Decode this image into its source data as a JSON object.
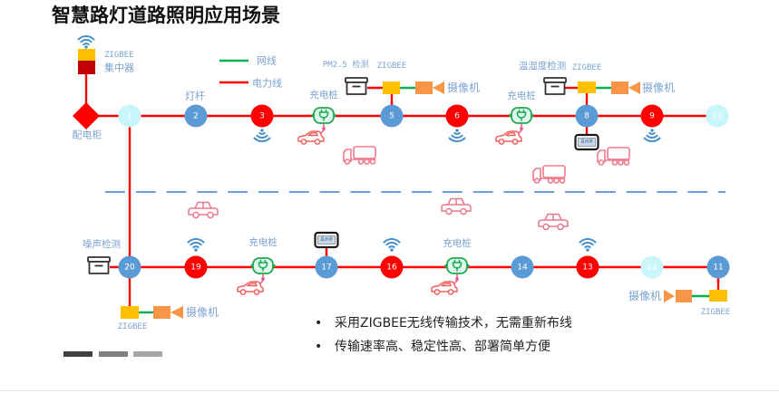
{
  "title": "智慧路灯道路照明应用场景",
  "colors": {
    "power_line": "#ff0000",
    "network_line": "#00b050",
    "node_lamp": "#5b9bd5",
    "node_wifi": "#ff0000",
    "node_spare": "#c8f6fa",
    "zigbee_module": "#ffc000",
    "concentrator": "#c00000",
    "camera": "#f79646",
    "cabinet": "#ff0000",
    "road_marking": "#6f9fd8",
    "label_text": "#7ba3d1"
  },
  "legend": {
    "network_line": "网线",
    "power_line": "电力线"
  },
  "concentrator": {
    "module": "ZIGBEE",
    "label": "集中器",
    "icon": "wifi-icon"
  },
  "top_row": [
    {
      "kind": "cabinet",
      "label": "配电柜"
    },
    {
      "kind": "spare",
      "number": "1"
    },
    {
      "kind": "lamp",
      "number": "2",
      "label": "灯杆"
    },
    {
      "kind": "wifi",
      "number": "3",
      "icon": "wifi-icon"
    },
    {
      "kind": "charging",
      "label": "充电桩",
      "icon": "ev-charger-icon"
    },
    {
      "kind": "lamp",
      "number": "5",
      "sensor": "PM2.5 检测",
      "module": "ZIGBEE",
      "camera": "摄像机"
    },
    {
      "kind": "wifi",
      "number": "6",
      "icon": "wifi-icon"
    },
    {
      "kind": "charging",
      "label": "充电桩",
      "icon": "ev-charger-icon"
    },
    {
      "kind": "lamp",
      "number": "8",
      "sensor": "温湿度检测",
      "module": "ZIGBEE",
      "camera": "摄像机",
      "display": "显示屏"
    },
    {
      "kind": "wifi",
      "number": "9",
      "icon": "wifi-icon"
    },
    {
      "kind": "spare",
      "number": "10"
    }
  ],
  "bottom_row": [
    {
      "kind": "lamp",
      "number": "20",
      "sensor": "噪声检测",
      "module": "ZIGBEE",
      "camera": "摄像机"
    },
    {
      "kind": "wifi",
      "number": "19",
      "icon": "wifi-icon"
    },
    {
      "kind": "charging",
      "label": "充电桩",
      "icon": "ev-charger-icon"
    },
    {
      "kind": "lamp",
      "number": "17",
      "display": "显示屏"
    },
    {
      "kind": "wifi",
      "number": "16",
      "icon": "wifi-icon"
    },
    {
      "kind": "charging",
      "label": "充电桩",
      "icon": "ev-charger-icon"
    },
    {
      "kind": "lamp",
      "number": "14"
    },
    {
      "kind": "wifi",
      "number": "13",
      "icon": "wifi-icon"
    },
    {
      "kind": "spare",
      "number": "12"
    },
    {
      "kind": "lamp",
      "number": "11",
      "module": "ZIGBEE",
      "camera": "摄像机"
    }
  ],
  "road": {
    "vehicle_icons": [
      "car-icon",
      "truck-icon"
    ]
  },
  "bullets": [
    {
      "marker": "•",
      "text": "采用ZIGBEE无线传输技术，无需重新布线"
    },
    {
      "marker": "•",
      "text": "传输速率高、稳定性高、部署简单方便"
    }
  ],
  "page_indicator": {
    "segments": 3,
    "active_segment": 1
  }
}
